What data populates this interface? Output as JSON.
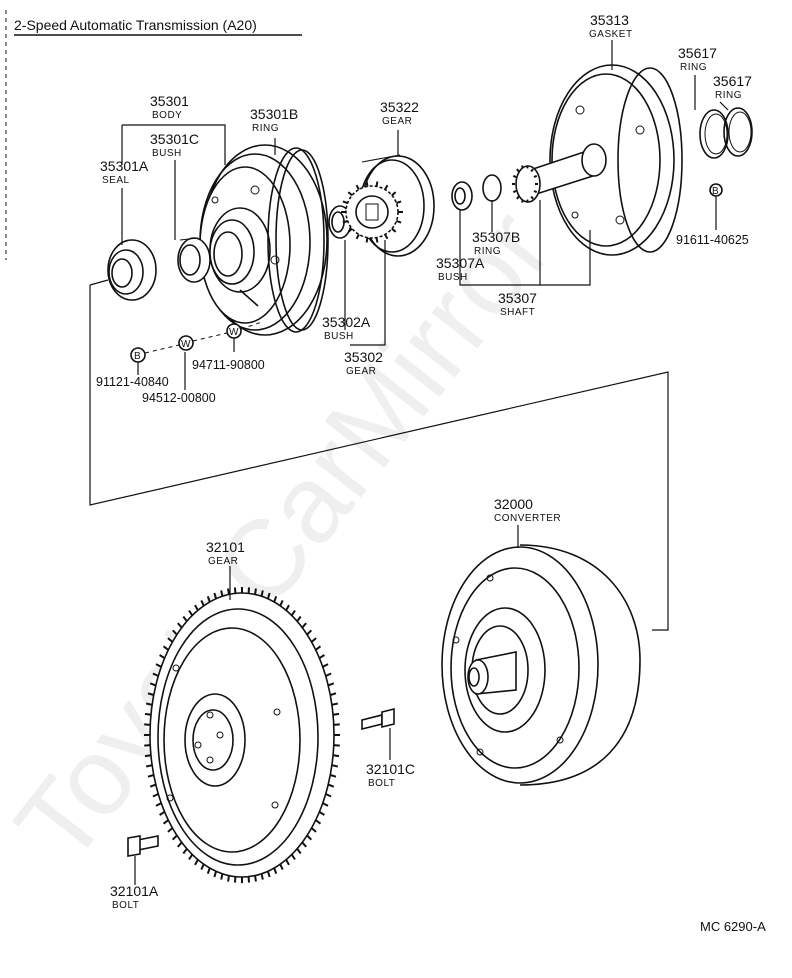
{
  "title": "2-Speed  Automatic  Transmission (A20)",
  "diagram_code": "MC 6290-A",
  "watermark": "ToyotaCarMirror",
  "callouts": {
    "c35301": {
      "number": "35301",
      "name": "BODY"
    },
    "c35301B": {
      "number": "35301B",
      "name": "RING"
    },
    "c35301C": {
      "number": "35301C",
      "name": "BUSH"
    },
    "c35301A": {
      "number": "35301A",
      "name": "SEAL"
    },
    "c35322": {
      "number": "35322",
      "name": "GEAR"
    },
    "c35313": {
      "number": "35313",
      "name": "GASKET"
    },
    "c35617a": {
      "number": "35617",
      "name": "RING"
    },
    "c35617b": {
      "number": "35617",
      "name": "RING"
    },
    "c91611": {
      "number": "91611-40625"
    },
    "c35307B": {
      "number": "35307B",
      "name": "RING"
    },
    "c35307A": {
      "number": "35307A",
      "name": "BUSH"
    },
    "c35307": {
      "number": "35307",
      "name": "SHAFT"
    },
    "c35302A": {
      "number": "35302A",
      "name": "BUSH"
    },
    "c35302": {
      "number": "35302",
      "name": "GEAR"
    },
    "c91121": {
      "number": "91121-40840"
    },
    "c94711": {
      "number": "94711-90800"
    },
    "c94512": {
      "number": "94512-00800"
    },
    "c32101": {
      "number": "32101",
      "name": "GEAR"
    },
    "c32000": {
      "number": "32000",
      "name": "CONVERTER"
    },
    "c32101C": {
      "number": "32101C",
      "name": "BOLT"
    },
    "c32101A": {
      "number": "32101A",
      "name": "BOLT"
    }
  },
  "symbols": {
    "bolt_symbol": "B",
    "washer_symbol": "W"
  }
}
